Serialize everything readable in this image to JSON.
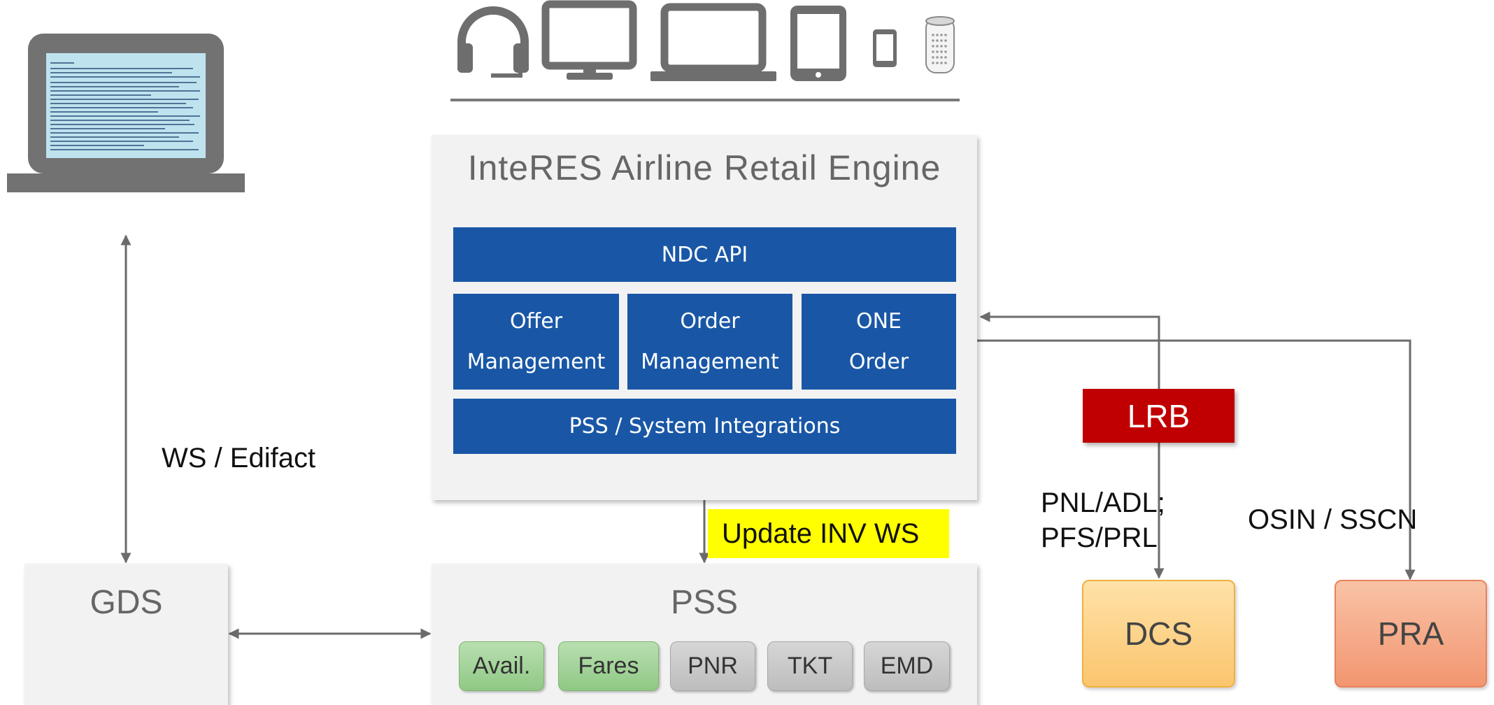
{
  "engine": {
    "title": "InteRES Airline Retail Engine",
    "ndc_api": "NDC API",
    "offer_management": [
      "Offer",
      "Management"
    ],
    "order_management": [
      "Order",
      "Management"
    ],
    "one_order": [
      "ONE",
      "Order"
    ],
    "pss_integrations": "PSS / System Integrations"
  },
  "gds": {
    "label": "GDS"
  },
  "pss": {
    "label": "PSS",
    "modules": [
      "Avail.",
      "Fares",
      "PNR",
      "TKT",
      "EMD"
    ]
  },
  "lrb": {
    "label": "LRB"
  },
  "dcs": {
    "label": "DCS"
  },
  "pra": {
    "label": "PRA"
  },
  "labels": {
    "ws_edifact": "WS / Edifact",
    "update_inv_ws": "Update INV WS",
    "pnl_adl": [
      "PNL/ADL;",
      "PFS/PRL"
    ],
    "osin_sscn": "OSIN / SSCN"
  },
  "devices": [
    "headset-icon",
    "monitor-icon",
    "laptop-icon",
    "tablet-icon",
    "phone-icon",
    "smart-speaker-icon"
  ],
  "colors": {
    "blue": "#1957a6",
    "lrb_red": "#c00000",
    "update_yellow": "#ffff00",
    "dcs_orange": "#fdd38c",
    "pra_salmon": "#f4a07c",
    "module_green": "#a9d79e",
    "module_grey": "#c8c8c8"
  }
}
